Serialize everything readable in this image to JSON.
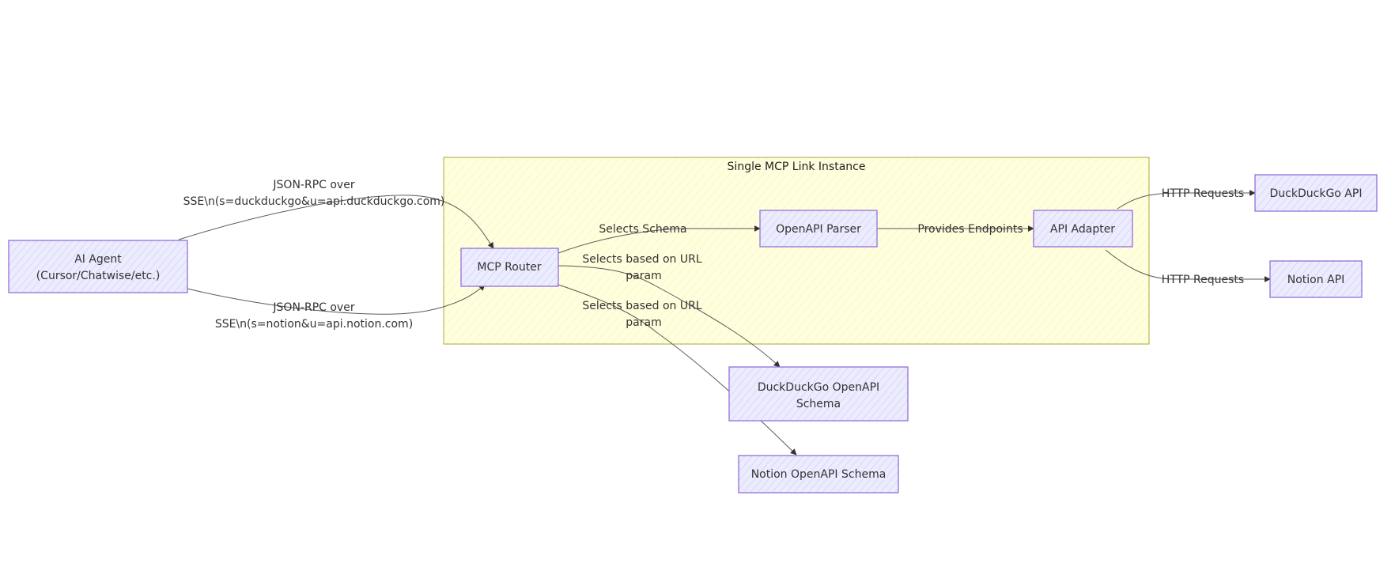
{
  "cluster": {
    "title": "Single MCP Link Instance"
  },
  "nodes": {
    "ai_agent": {
      "line1": "AI Agent",
      "line2": "(Cursor/Chatwise/etc.)"
    },
    "mcp_router": {
      "label": "MCP Router"
    },
    "openapi_parser": {
      "label": "OpenAPI Parser"
    },
    "api_adapter": {
      "label": "API Adapter"
    },
    "duckduckgo_api": {
      "label": "DuckDuckGo API"
    },
    "notion_api": {
      "label": "Notion API"
    },
    "duckduckgo_schema": {
      "line1": "DuckDuckGo OpenAPI",
      "line2": "Schema"
    },
    "notion_schema": {
      "label": "Notion OpenAPI Schema"
    }
  },
  "edges": {
    "agent_to_router_ddg": {
      "line1": "JSON-RPC over",
      "line2": "SSE\\n(s=duckduckgo&u=api.duckduckgo.com)"
    },
    "agent_to_router_notion": {
      "line1": "JSON-RPC over",
      "line2": "SSE\\n(s=notion&u=api.notion.com)"
    },
    "router_to_parser": {
      "label": "Selects Schema"
    },
    "parser_to_adapter": {
      "label": "Provides Endpoints"
    },
    "adapter_to_ddg_api": {
      "label": "HTTP Requests"
    },
    "adapter_to_notion_api": {
      "label": "HTTP Requests"
    },
    "router_to_ddg_schema": {
      "line1": "Selects based on URL",
      "line2": "param"
    },
    "router_to_notion_schema": {
      "line1": "Selects based on URL",
      "line2": "param"
    }
  },
  "colors": {
    "node_fill": "#ececff",
    "node_stroke": "#9370db",
    "cluster_fill": "#ffffde",
    "cluster_stroke": "#aaaa33",
    "edge_stroke": "#5a5a5a"
  }
}
